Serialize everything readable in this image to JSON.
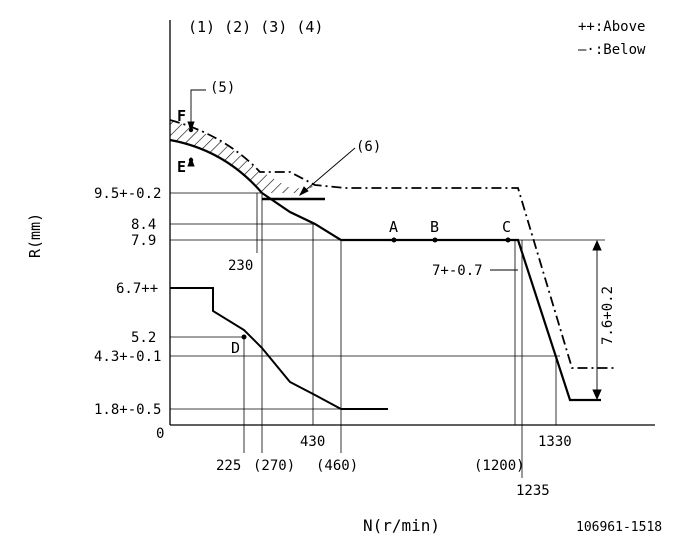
{
  "header": {
    "notes": "(1) (2) (3) (4)",
    "legend_above": "++:Above",
    "legend_below": "—·:Below"
  },
  "axes": {
    "y_label": "R(mm)",
    "x_label": "N(r/min)",
    "origin": "0"
  },
  "y_ticks": {
    "t95": "9.5+-0.2",
    "t84": "8.4",
    "t79": "7.9",
    "t67": "6.7++",
    "t52": "5.2",
    "t43": "4.3+-0.1",
    "t18": "1.8+-0.5"
  },
  "x_ticks": {
    "n225": "225",
    "n270": "(270)",
    "n430": "430",
    "n460": "(460)",
    "n1200": "(1200)",
    "n1235": "1235",
    "n1330": "1330",
    "n230": "230"
  },
  "annotations": {
    "n5": "(5)",
    "n6": "(6)",
    "pF": "F",
    "pE": "E",
    "pA": "A",
    "pB": "B",
    "pC": "C",
    "pD": "D",
    "range7": "7+-0.7",
    "range76": "7.6+0.2"
  },
  "footer": {
    "ref": "106961-1518"
  }
}
